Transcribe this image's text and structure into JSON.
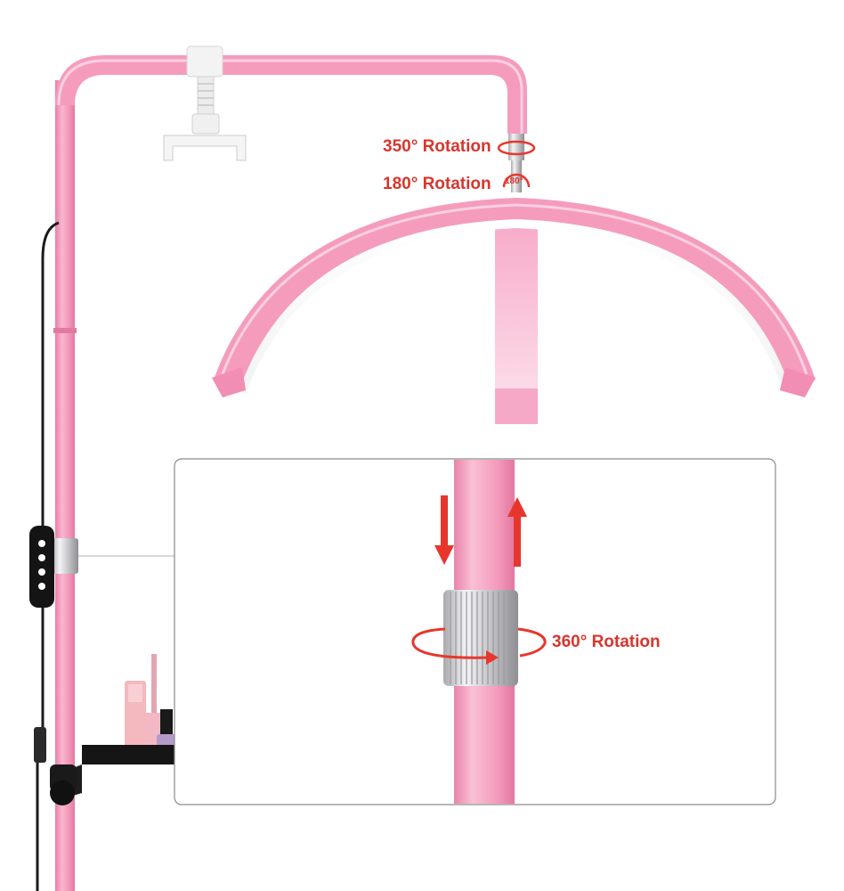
{
  "annotations": {
    "rotation_350": "350° Rotation",
    "rotation_180": "180° Rotation",
    "rotation_180_badge": "180°",
    "rotation_360": "360° Rotation"
  },
  "colors": {
    "pink": "#f59cbd",
    "pink_dark": "#e97ea7",
    "pink_light": "#fbd0e1",
    "accent_red": "#e8362c",
    "label_red": "#d9352c",
    "cable": "#1b1b1b",
    "chrome": "#c9c9cc",
    "white_clip": "#f3f3f3"
  },
  "icons": {
    "arrow_down": "arrow-down-icon",
    "arrow_up": "arrow-up-icon",
    "rotation_ring": "rotation-ring-icon"
  }
}
